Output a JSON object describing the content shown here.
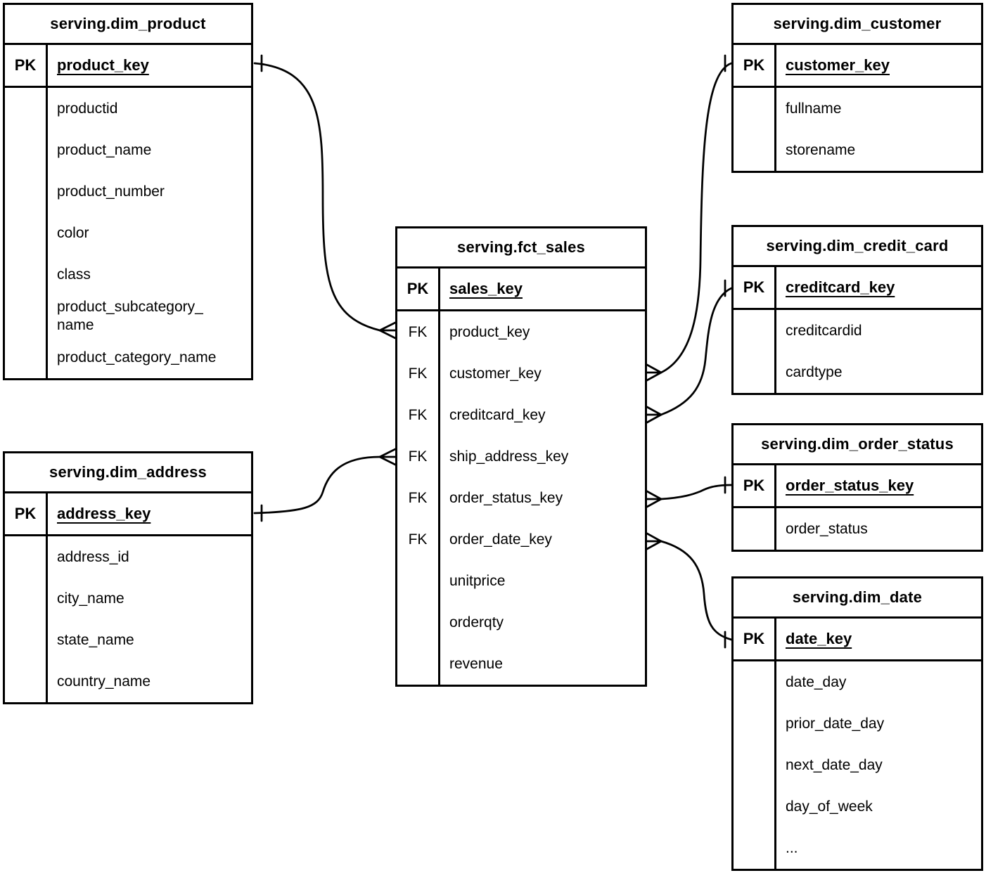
{
  "colors": {
    "line": "#000000",
    "background": "#ffffff",
    "text": "#000000"
  },
  "tables": {
    "dim_product": {
      "title": "serving.dim_product",
      "pk": {
        "tag": "PK",
        "field": "product_key"
      },
      "fields": [
        {
          "tag": "",
          "name": "productid"
        },
        {
          "tag": "",
          "name": "product_name"
        },
        {
          "tag": "",
          "name": "product_number"
        },
        {
          "tag": "",
          "name": "color"
        },
        {
          "tag": "",
          "name": "class"
        },
        {
          "tag": "",
          "name": "product_subcategory_\nname"
        },
        {
          "tag": "",
          "name": "product_category_name"
        }
      ]
    },
    "dim_address": {
      "title": "serving.dim_address",
      "pk": {
        "tag": "PK",
        "field": "address_key"
      },
      "fields": [
        {
          "tag": "",
          "name": "address_id"
        },
        {
          "tag": "",
          "name": "city_name"
        },
        {
          "tag": "",
          "name": "state_name"
        },
        {
          "tag": "",
          "name": "country_name"
        }
      ]
    },
    "fct_sales": {
      "title": "serving.fct_sales",
      "pk": {
        "tag": "PK",
        "field": "sales_key"
      },
      "fields": [
        {
          "tag": "FK",
          "name": "product_key"
        },
        {
          "tag": "FK",
          "name": "customer_key"
        },
        {
          "tag": "FK",
          "name": "creditcard_key"
        },
        {
          "tag": "FK",
          "name": "ship_address_key"
        },
        {
          "tag": "FK",
          "name": "order_status_key"
        },
        {
          "tag": "FK",
          "name": "order_date_key"
        },
        {
          "tag": "",
          "name": "unitprice"
        },
        {
          "tag": "",
          "name": "orderqty"
        },
        {
          "tag": "",
          "name": "revenue"
        }
      ]
    },
    "dim_customer": {
      "title": "serving.dim_customer",
      "pk": {
        "tag": "PK",
        "field": "customer_key"
      },
      "fields": [
        {
          "tag": "",
          "name": "fullname"
        },
        {
          "tag": "",
          "name": "storename"
        }
      ]
    },
    "dim_credit_card": {
      "title": "serving.dim_credit_card",
      "pk": {
        "tag": "PK",
        "field": "creditcard_key"
      },
      "fields": [
        {
          "tag": "",
          "name": "creditcardid"
        },
        {
          "tag": "",
          "name": "cardtype"
        }
      ]
    },
    "dim_order_status": {
      "title": "serving.dim_order_status",
      "pk": {
        "tag": "PK",
        "field": "order_status_key"
      },
      "fields": [
        {
          "tag": "",
          "name": "order_status"
        }
      ]
    },
    "dim_date": {
      "title": "serving.dim_date",
      "pk": {
        "tag": "PK",
        "field": "date_key"
      },
      "fields": [
        {
          "tag": "",
          "name": "date_day"
        },
        {
          "tag": "",
          "name": "prior_date_day"
        },
        {
          "tag": "",
          "name": "next_date_day"
        },
        {
          "tag": "",
          "name": "day_of_week"
        },
        {
          "tag": "",
          "name": "..."
        }
      ]
    }
  },
  "relationships": [
    {
      "from_table": "serving.fct_sales",
      "from_field": "product_key",
      "to_table": "serving.dim_product",
      "to_field": "product_key",
      "cardinality": "many-to-one"
    },
    {
      "from_table": "serving.fct_sales",
      "from_field": "customer_key",
      "to_table": "serving.dim_customer",
      "to_field": "customer_key",
      "cardinality": "many-to-one"
    },
    {
      "from_table": "serving.fct_sales",
      "from_field": "creditcard_key",
      "to_table": "serving.dim_credit_card",
      "to_field": "creditcard_key",
      "cardinality": "many-to-one"
    },
    {
      "from_table": "serving.fct_sales",
      "from_field": "ship_address_key",
      "to_table": "serving.dim_address",
      "to_field": "address_key",
      "cardinality": "many-to-one"
    },
    {
      "from_table": "serving.fct_sales",
      "from_field": "order_status_key",
      "to_table": "serving.dim_order_status",
      "to_field": "order_status_key",
      "cardinality": "many-to-one"
    },
    {
      "from_table": "serving.fct_sales",
      "from_field": "order_date_key",
      "to_table": "serving.dim_date",
      "to_field": "date_key",
      "cardinality": "many-to-one"
    }
  ]
}
